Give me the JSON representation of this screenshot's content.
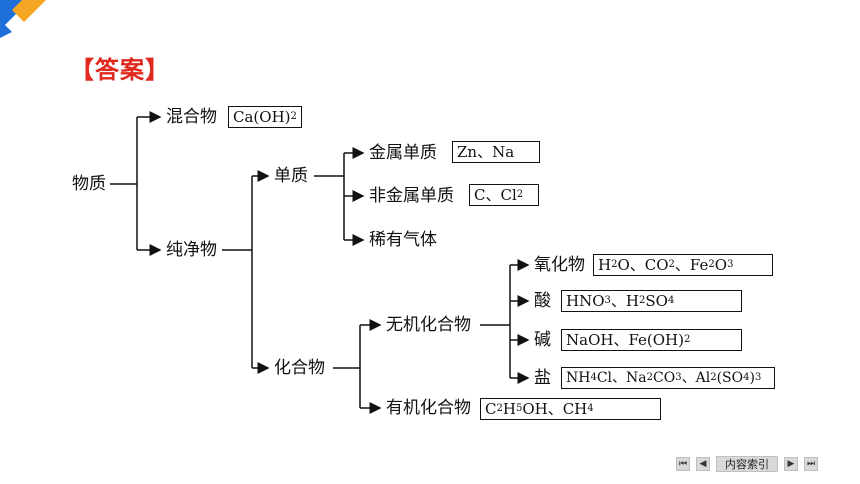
{
  "header": {
    "answer": "【答案】"
  },
  "colors": {
    "accent_red": "#e0281e",
    "corner_blue": "#1e6fd9",
    "corner_orange": "#f5a623"
  },
  "tree": {
    "root": "物质",
    "mixture": {
      "label": "混合物",
      "example": [
        "Ca(OH)",
        "2"
      ]
    },
    "pure": {
      "label": "纯净物",
      "element": {
        "label": "单质",
        "metal": {
          "label": "金属单质",
          "example": "Zn、Na"
        },
        "nonmetal": {
          "label": "非金属单质",
          "example": [
            "C、Cl",
            "2"
          ]
        },
        "noble": {
          "label": "稀有气体"
        }
      },
      "compound": {
        "label": "化合物",
        "inorganic": {
          "label": "无机化合物",
          "oxide": {
            "label": "氧化物",
            "example": [
              "H",
              "2",
              "O、CO",
              "2",
              "、Fe",
              "2",
              "O",
              "3"
            ]
          },
          "acid": {
            "label": "酸",
            "example": [
              "HNO",
              "3",
              "、H",
              "2",
              "SO",
              "4"
            ]
          },
          "base": {
            "label": "碱",
            "example": [
              "NaOH、Fe(OH)",
              "2"
            ]
          },
          "salt": {
            "label": "盐",
            "example": [
              "NH",
              "4",
              "Cl、Na",
              "2",
              "CO",
              "3",
              "、Al",
              "2",
              "(SO",
              "4",
              ")",
              "3"
            ]
          }
        },
        "organic": {
          "label": "有机化合物",
          "example": [
            "C",
            "2",
            "H",
            "5",
            "OH、CH",
            "4"
          ]
        }
      }
    }
  },
  "nav": {
    "index_label": "内容索引",
    "first_icon": "first-page-icon",
    "prev_icon": "prev-page-icon",
    "next_icon": "next-page-icon",
    "last_icon": "last-page-icon"
  }
}
